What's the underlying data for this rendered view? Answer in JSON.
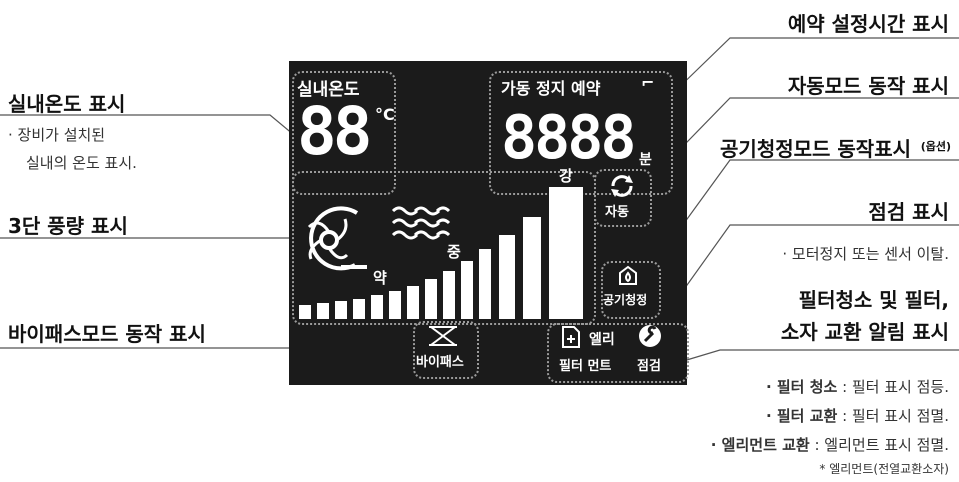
{
  "labels": {
    "reservation_time": "예약 설정시간 표시",
    "auto_mode": "자동모드 동작 표시",
    "air_clean_mode": "공기청정모드 동작표시",
    "air_clean_option": "(옵션)",
    "inspection": "점검 표시",
    "inspection_desc": "· 모터정지 또는 센서 이탈.",
    "filter_title_1": "필터청소 및 필터,",
    "filter_title_2": "소자 교환 알림 표시",
    "indoor_temp": "실내온도 표시",
    "indoor_temp_desc_1": "· 장비가 설치된",
    "indoor_temp_desc_2": "실내의 온도 표시.",
    "fan_3step": "3단 풍량 표시",
    "bypass_mode": "바이패스모드 동작 표시"
  },
  "filter_notes": [
    {
      "bold": "· 필터 청소",
      "rest": " : 필터 표시 점등."
    },
    {
      "bold": "· 필터 교환",
      "rest": " : 필터 표시 점멸."
    },
    {
      "bold": "· 엘리먼트 교환",
      "rest": " : 엘리먼트 표시 점멸."
    }
  ],
  "footnote": "* 엘리먼트(전열교환소자)",
  "lcd": {
    "indoor_temp_label": "실내온도",
    "temp_digits": "88",
    "temp_unit": "°C",
    "timer_label": "가동 정지 예약",
    "timer_digits": "8888",
    "timer_unit": "분",
    "fan_strong": "강",
    "fan_mid": "중",
    "fan_weak": "약",
    "auto_label": "자동",
    "air_clean_label": "공기청정",
    "bypass_label": "바이패스",
    "element_label": "엘리",
    "filter_element_label": "필터 먼트",
    "check_label": "점검"
  }
}
